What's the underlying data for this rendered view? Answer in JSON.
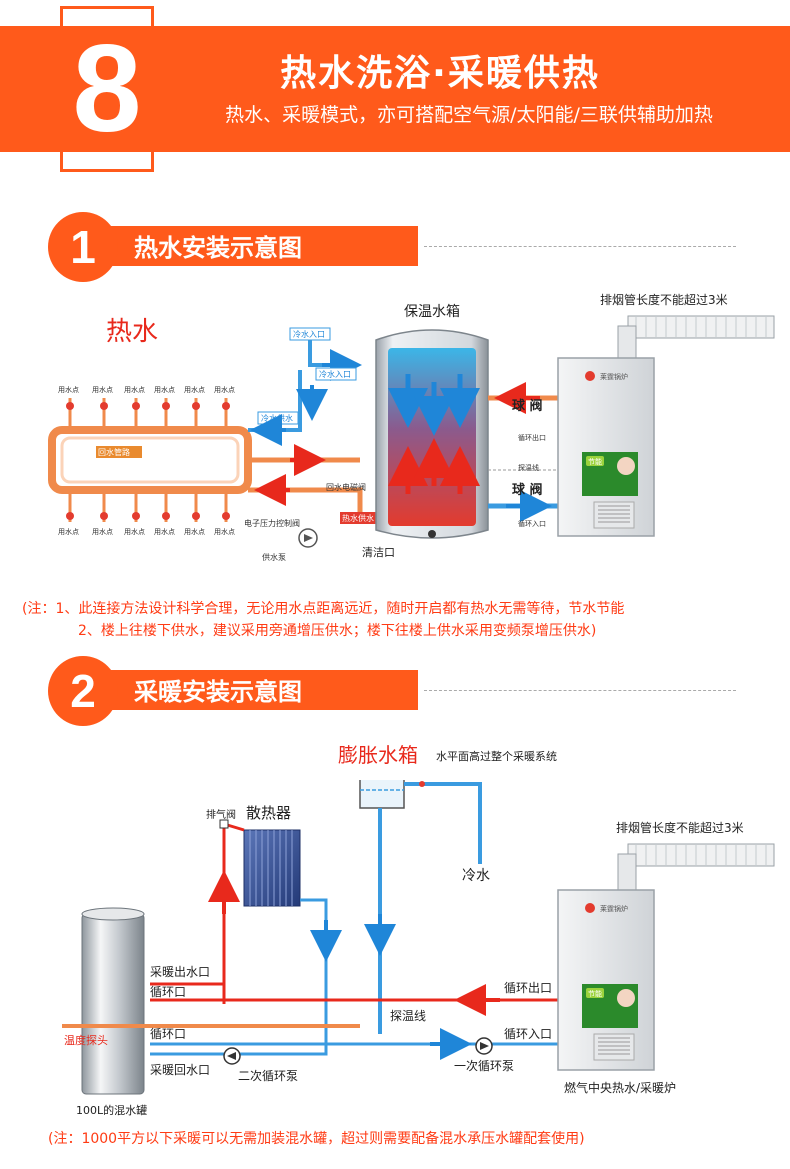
{
  "banner": {
    "number": "8",
    "title": "热水洗浴·采暖供热",
    "subtitle": "热水、采暖模式，亦可搭配空气源/太阳能/三联供辅助加热"
  },
  "section1": {
    "number": "1",
    "label": "热水安装示意图",
    "hot_water_label": "热水",
    "tank_label": "保温水箱",
    "flue_note": "排烟管长度不能超过3米",
    "cold_inlet_1": "冷水入口",
    "cold_inlet_2": "冷水入口",
    "cold_supply": "冷水供水",
    "return_pipe": "回水管路",
    "ball_valve_top": "球 阀",
    "ball_valve_bottom": "球 阀",
    "circ_out": "循环出口",
    "circ_in": "循环入口",
    "probe_line": "探温线",
    "solenoid": "回水电磁阀",
    "hot_supply": "热水供水",
    "pressure_valve": "电子压力控制阀",
    "supply_pump": "供水泵",
    "clean_port": "清洁口",
    "tap_label": "用水点",
    "boiler_brand": "莱霆锅炉",
    "boiler_badge": "节能"
  },
  "notes1": {
    "line1": "(注：1、此连接方法设计科学合理，无论用水点距离远近，随时开启都有热水无需等待，节水节能",
    "line2": "2、楼上往楼下供水，建议采用旁通增压供水；楼下往楼上供水采用变频泵增压供水)"
  },
  "section2": {
    "number": "2",
    "label": "采暖安装示意图",
    "expansion_tank": "膨胀水箱",
    "level_note": "水平面高过整个采暖系统",
    "vent_valve": "排气阀",
    "radiator": "散热器",
    "cold_water": "冷水",
    "flue_note": "排烟管长度不能超过3米",
    "heat_out": "采暖出水口",
    "circ_port_1": "循环口",
    "probe_line": "探温线",
    "temp_probe": "温度探头",
    "circ_port_2": "循环口",
    "heat_return": "采暖回水口",
    "secondary_pump": "二次循环泵",
    "primary_pump": "一次循环泵",
    "boiler_circ_out": "循环出口",
    "boiler_circ_in": "循环入口",
    "mixing_tank": "100L的混水罐",
    "boiler_caption": "燃气中央热水/采暖炉",
    "boiler_brand": "莱霆锅炉",
    "boiler_badge": "节能"
  },
  "notes2": {
    "line1": "(注：1000平方以下采暖可以无需加装混水罐，超过则需要配备混水承压水罐配套使用)"
  },
  "colors": {
    "accent": "#ff5a1b",
    "hot_pipe": "#f08a4b",
    "cold_pipe": "#3a9be0",
    "hot_arrow": "#e8291c",
    "cold_arrow": "#1f86d8",
    "note_text": "#ff3b14"
  }
}
